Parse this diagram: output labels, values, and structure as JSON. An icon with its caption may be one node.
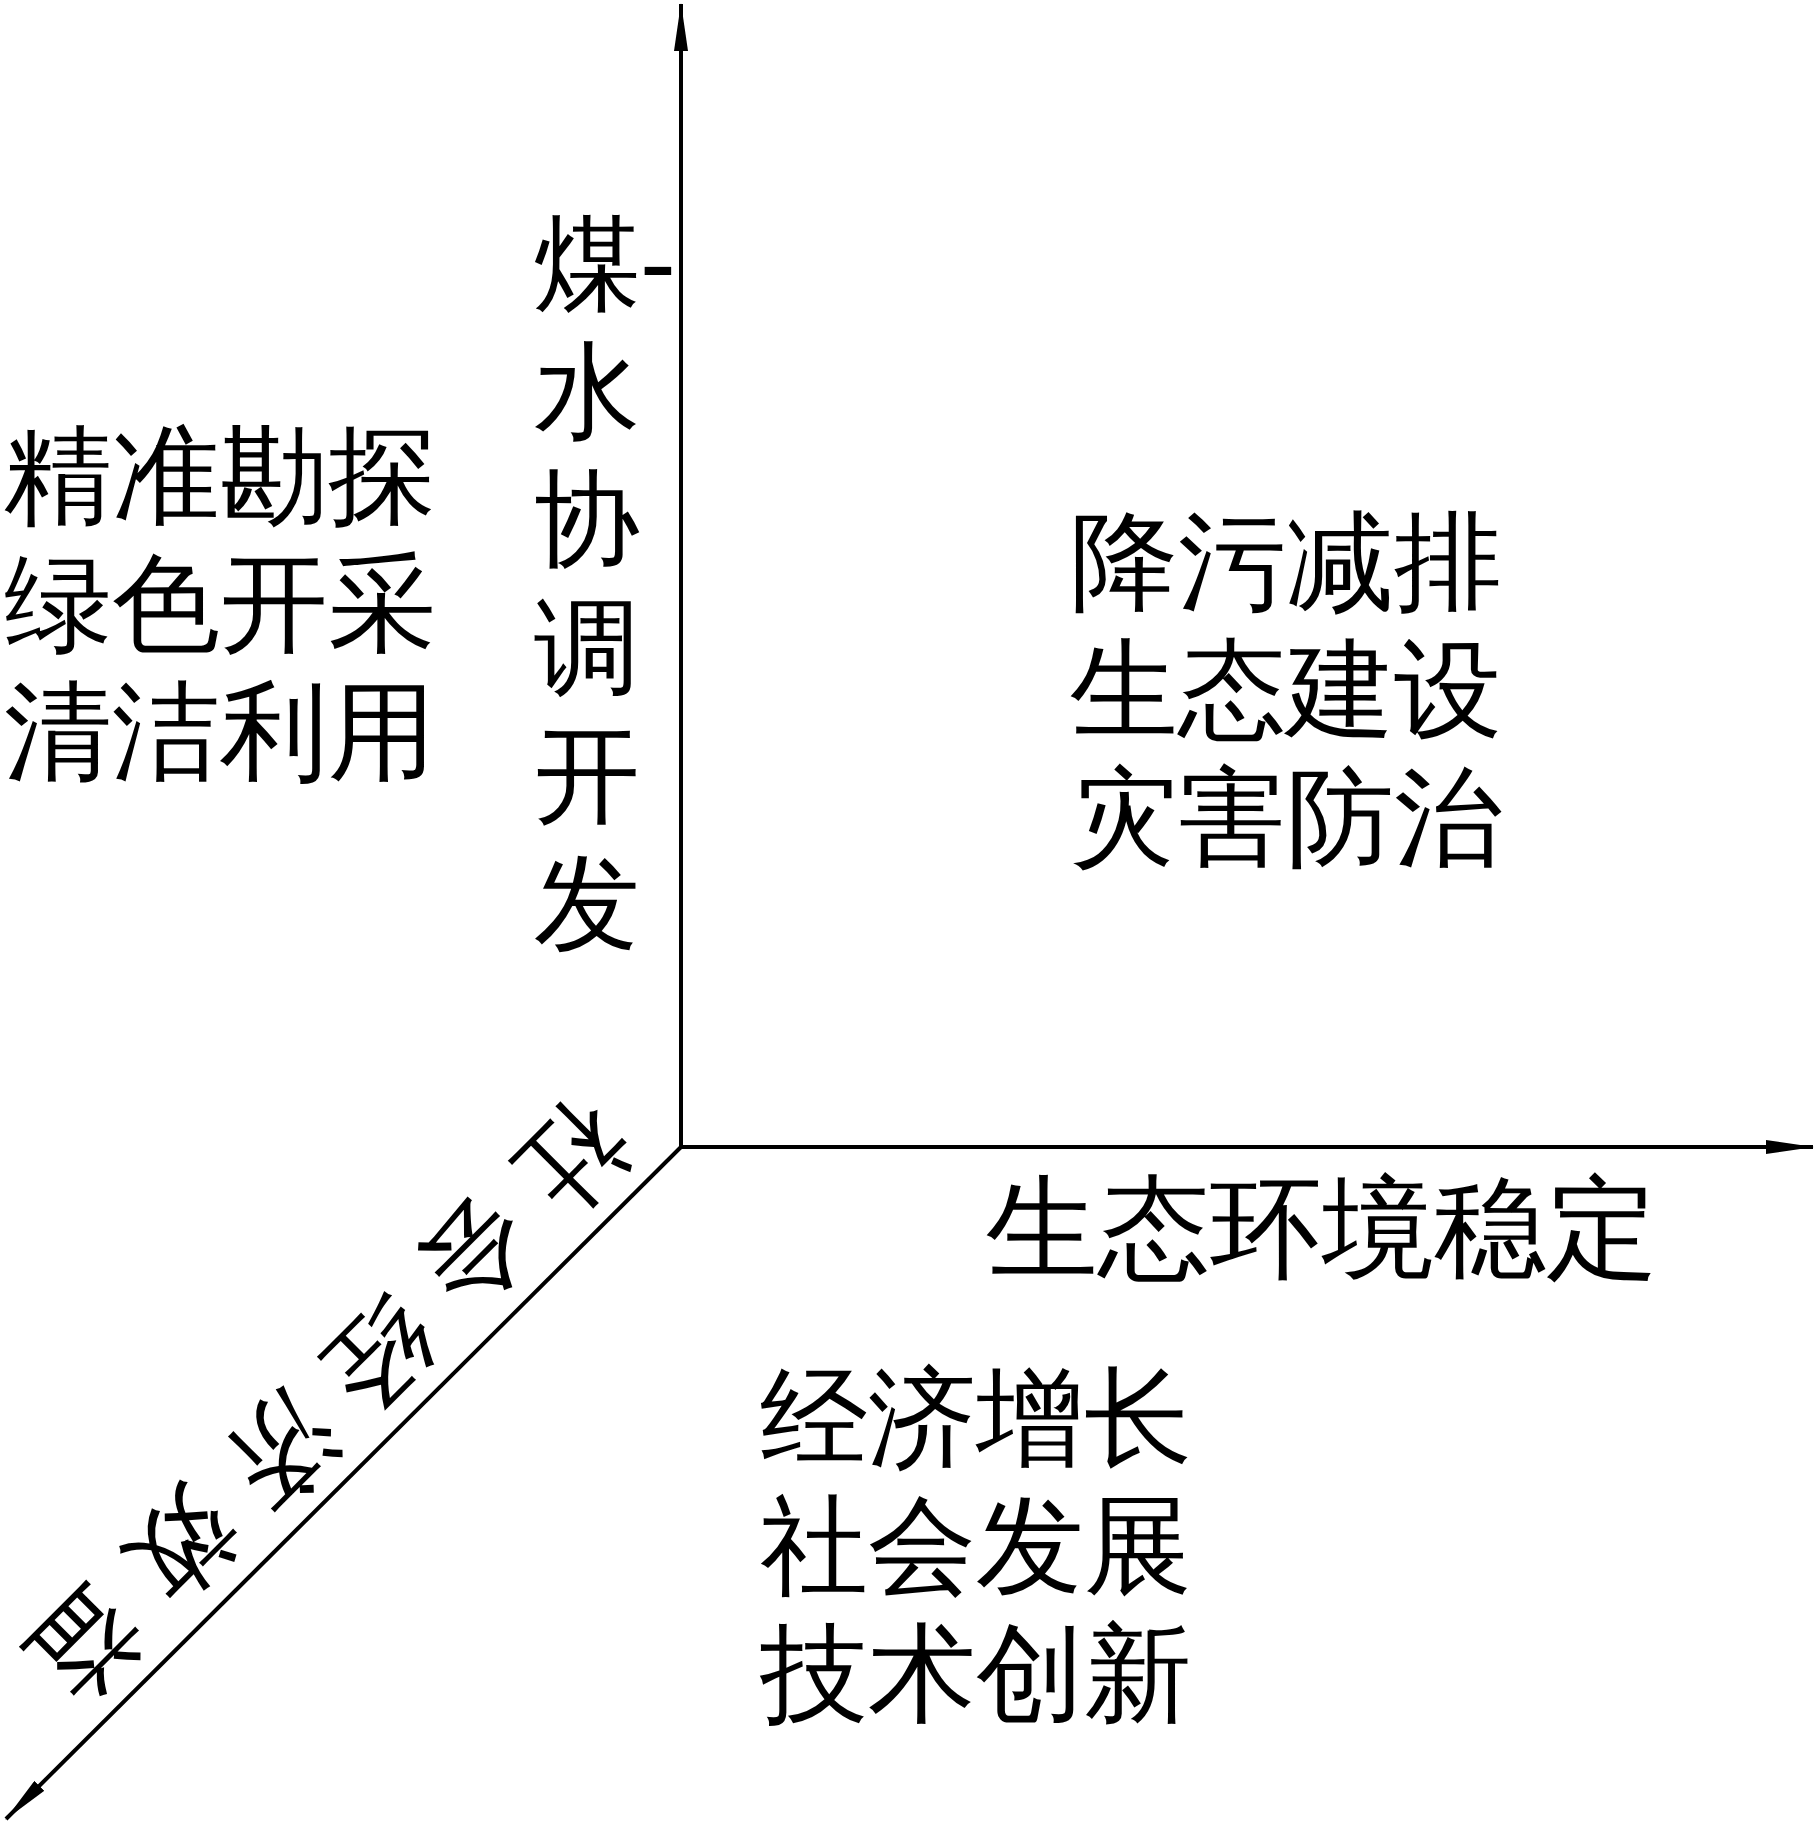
{
  "diagram": {
    "labels": [
      "煤-水协调开发",
      "精准勘探",
      "绿色开采",
      "清洁利用",
      "降污减排",
      "生态建设",
      "灾害防治",
      "生态环境稳定",
      "社会经济效益",
      "经济增长",
      "社会发展",
      "技术创新"
    ]
  }
}
